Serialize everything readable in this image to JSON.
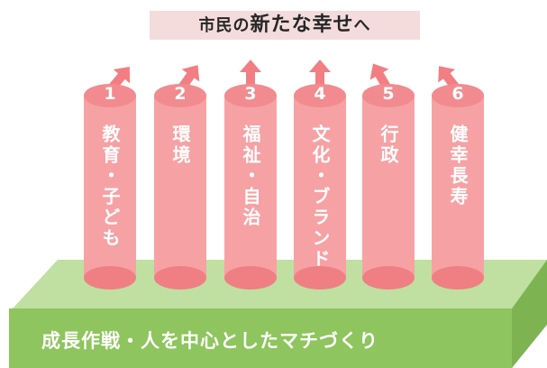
{
  "banner": {
    "prefix": "市民の",
    "emphasis": "新たな幸せ",
    "suffix": "へ"
  },
  "pillars": [
    {
      "number": "1",
      "label": "教育・子ども"
    },
    {
      "number": "2",
      "label": "環境"
    },
    {
      "number": "3",
      "label": "福祉・自治"
    },
    {
      "number": "4",
      "label": "文化・ブランド"
    },
    {
      "number": "5",
      "label": "行政"
    },
    {
      "number": "6",
      "label": "健幸長寿"
    }
  ],
  "base": {
    "label": "成長作戦・人を中心としたマチづくり"
  },
  "colors": {
    "pillar_body": "#f6a2a5",
    "pillar_cap": "#f28b8f",
    "pillar_bottom": "#f07f84",
    "arrow": "#f27e83",
    "base_top": "#bfe0a1",
    "base_front": "#8ec55e",
    "base_side": "#7eb352",
    "banner_bg": "#f4dcdc"
  }
}
